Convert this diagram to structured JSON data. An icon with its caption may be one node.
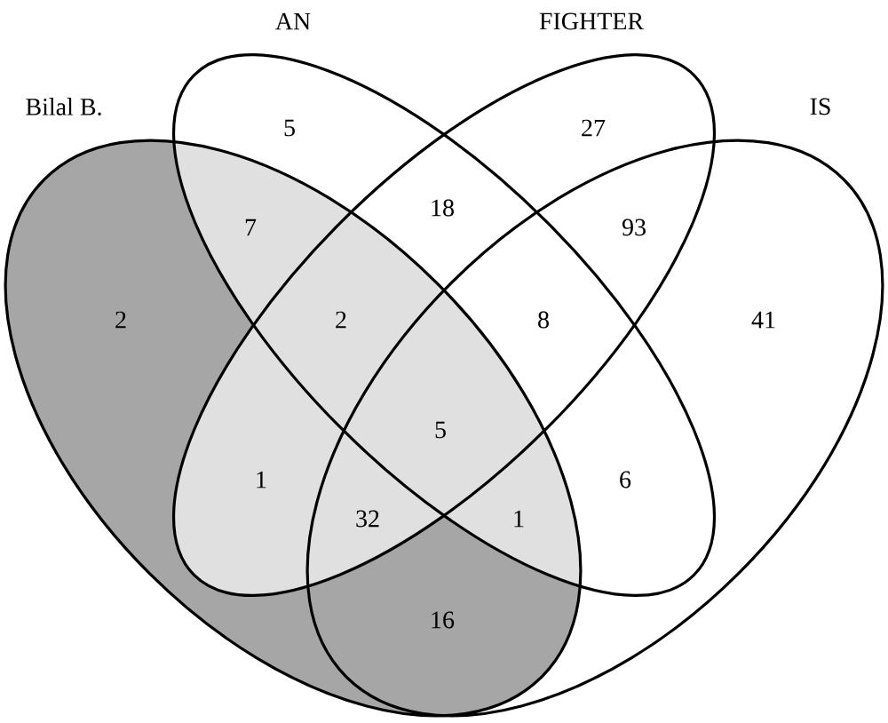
{
  "diagram": {
    "nodes": [
      {
        "text": [
          "Bilal B."
        ]
      },
      {
        "text": [
          "AN"
        ]
      },
      {
        "text": [
          "FIGHTER"
        ]
      },
      {
        "text": [
          "IS"
        ]
      }
    ],
    "labels": [
      "5",
      "27",
      "7",
      "18",
      "93",
      "2",
      "2",
      "8",
      "41",
      "5",
      "1",
      "6",
      "32",
      "1",
      "16"
    ]
  }
}
